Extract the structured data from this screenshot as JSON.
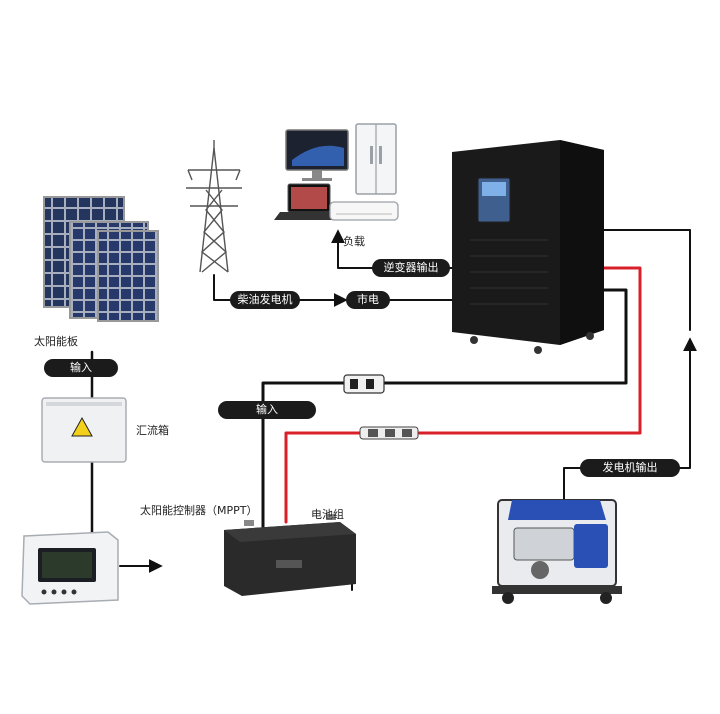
{
  "labels": {
    "solar_panel": "太阳能板",
    "input_top": "输入",
    "combiner_box": "汇流箱",
    "input_mid": "输入",
    "controller": "太阳能控制器（MPPT）",
    "battery": "电池组",
    "load": "负载",
    "inverter_output": "逆变器输出",
    "diesel_generator": "柴油发电机",
    "city_power": "市电",
    "generator_output": "发电机输出"
  },
  "colors": {
    "wire_black": "#111111",
    "wire_red": "#d9202a",
    "pill_bg": "#1b1b1b",
    "panel_cell": "#1d2a4a",
    "inverter_body": "#1a1a1a",
    "generator_blue": "#2a4fb5"
  },
  "icons": [
    "solar-panel-icon",
    "power-tower-icon",
    "monitor-icon",
    "fridge-icon",
    "laptop-icon",
    "air-conditioner-icon",
    "inverter-cabinet-icon",
    "combiner-box-icon",
    "mppt-controller-icon",
    "battery-icon",
    "generator-icon"
  ]
}
